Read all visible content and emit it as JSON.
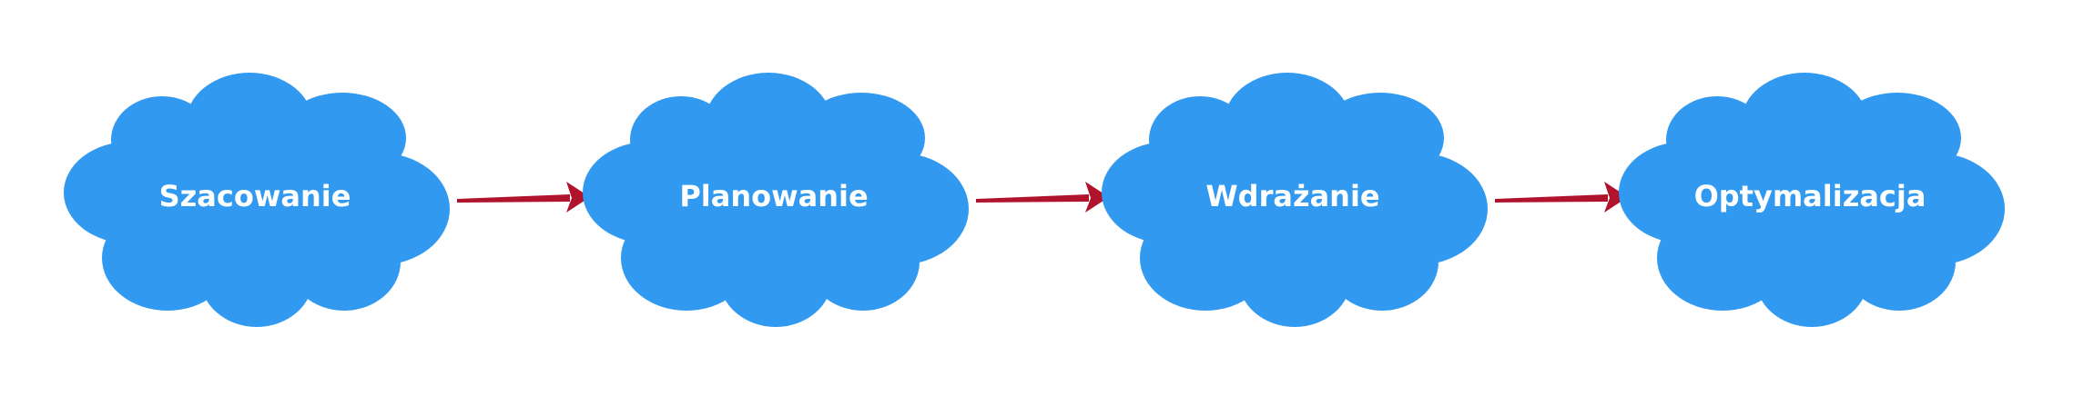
{
  "colors": {
    "background": "#ffffff",
    "cloud_fill": "#3199ef",
    "arrow": "#b0142d",
    "label": "#ffffff"
  },
  "steps": [
    {
      "label": "Szacowanie"
    },
    {
      "label": "Planowanie"
    },
    {
      "label": "Wdrażanie"
    },
    {
      "label": "Optymalizacja"
    }
  ]
}
